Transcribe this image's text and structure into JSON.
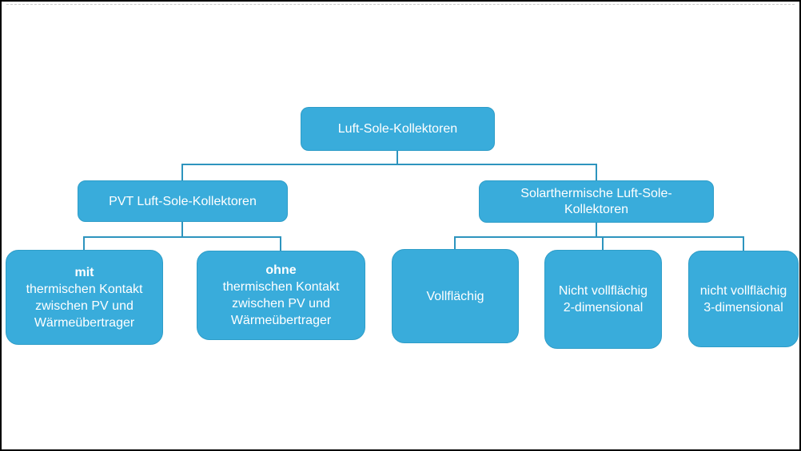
{
  "colors": {
    "canvas_bg": "#ffffff",
    "frame_border": "#000000",
    "box_fill": "#39ACDB",
    "box_border": "#2E9DC8",
    "connector": "#2D94BE",
    "text_color": "#ffffff"
  },
  "tree": {
    "root": {
      "label": "Luft-Sole-Kollektoren",
      "children": [
        {
          "label": "PVT Luft-Sole-Kollektoren",
          "children": [
            {
              "emphasis": "mit",
              "line1": "thermischen Kontakt",
              "line2": "zwischen PV und",
              "line3": "Wärmeübertrager"
            },
            {
              "emphasis": "ohne",
              "line1": "thermischen Kontakt",
              "line2": "zwischen PV und",
              "line3": "Wärmeübertrager"
            }
          ]
        },
        {
          "label": "Solarthermische Luft-Sole-Kollektoren",
          "children": [
            {
              "line1": "Vollflächig"
            },
            {
              "line1": "Nicht vollflächig",
              "line2": "2-dimensional"
            },
            {
              "line1": "nicht vollflächig",
              "line2": "3-dimensional"
            }
          ]
        }
      ]
    }
  }
}
